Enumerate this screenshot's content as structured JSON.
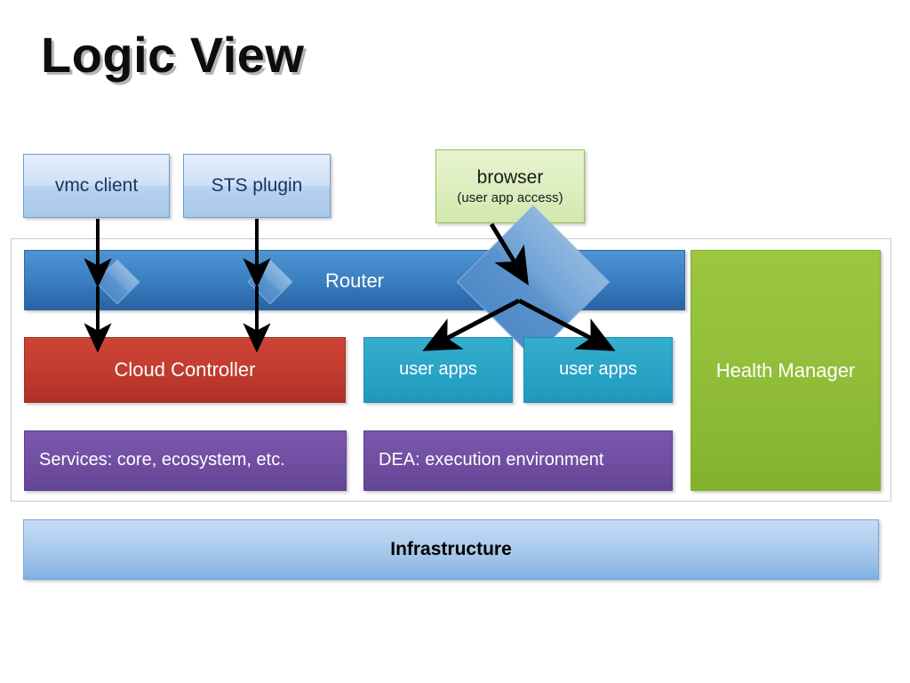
{
  "slide": {
    "title": "Logic View",
    "background": "#ffffff"
  },
  "clients": [
    {
      "label": "vmc client"
    },
    {
      "label": "STS plugin"
    }
  ],
  "browser": {
    "label": "browser",
    "sublabel": "(user app access)"
  },
  "platform": {
    "router": {
      "label": "Router",
      "color": "#3c82c4",
      "ports": 3
    },
    "cloud_controller": {
      "label": "Cloud Controller",
      "color": "#c33d30"
    },
    "user_apps": [
      {
        "label": "user apps"
      },
      {
        "label": "user apps"
      }
    ],
    "user_apps_color": "#2ba5c7",
    "services": {
      "label": "Services: core, ecosystem, etc.",
      "color": "#7250a3"
    },
    "dea": {
      "label": "DEA: execution environment",
      "color": "#7250a3"
    },
    "health_manager": {
      "label": "Health Manager",
      "color": "#93bf3a"
    }
  },
  "infrastructure": {
    "label": "Infrastructure",
    "color": "#afceef"
  },
  "connections": [
    {
      "from": "vmc client",
      "to": "Cloud Controller",
      "via": "Router"
    },
    {
      "from": "STS plugin",
      "to": "Cloud Controller",
      "via": "Router"
    },
    {
      "from": "browser",
      "to": "Router"
    },
    {
      "from": "Router",
      "to": "user apps"
    },
    {
      "from": "Router",
      "to": "user apps"
    }
  ]
}
